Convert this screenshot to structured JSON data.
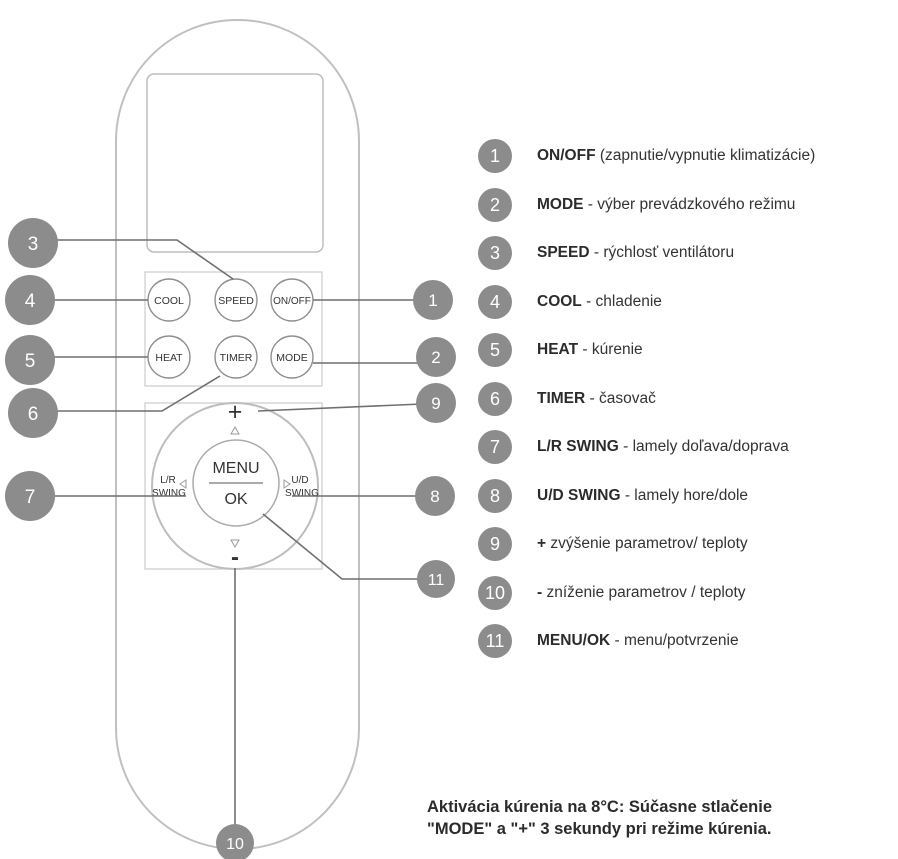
{
  "colors": {
    "callout": "#8c8c8c",
    "outline": "#bdbdbd",
    "leader": "#6f6f6f",
    "text": "#333333"
  },
  "remote": {
    "buttons": {
      "cool": "COOL",
      "speed": "SPEED",
      "onoff": "ON/OFF",
      "heat": "HEAT",
      "timer": "TIMER",
      "mode": "MODE"
    },
    "dpad": {
      "plus": "+",
      "minus": "-",
      "menu": "MENU",
      "ok": "OK",
      "lr_line1": "L/R",
      "lr_line2": "SWING",
      "ud_line1": "U/D",
      "ud_line2": "SWING"
    }
  },
  "callouts": {
    "c1": "1",
    "c2": "2",
    "c3": "3",
    "c4": "4",
    "c5": "5",
    "c6": "6",
    "c7": "7",
    "c8": "8",
    "c9": "9",
    "c10": "10",
    "c11": "11"
  },
  "legend": [
    {
      "num": "1",
      "key": "ON/OFF",
      "desc": " (zapnutie/vypnutie klimatizácie)"
    },
    {
      "num": "2",
      "key": "MODE",
      "desc": " - výber prevádzkového režimu"
    },
    {
      "num": "3",
      "key": "SPEED",
      "desc": " - rýchlosť ventilátoru"
    },
    {
      "num": "4",
      "key": "COOL",
      "desc": " - chladenie"
    },
    {
      "num": "5",
      "key": "HEAT",
      "desc": " - kúrenie"
    },
    {
      "num": "6",
      "key": "TIMER",
      "desc": " - časovač"
    },
    {
      "num": "7",
      "key": "L/R SWING",
      "desc": " - lamely doľava/doprava"
    },
    {
      "num": "8",
      "key": "U/D SWING",
      "desc": " - lamely hore/dole"
    },
    {
      "num": "9",
      "key": "+",
      "desc": " zvýšenie parametrov/ teploty"
    },
    {
      "num": "10",
      "key": "-",
      "desc": " zníženie parametrov / teploty"
    },
    {
      "num": "11",
      "key": "MENU/OK",
      "desc": " - menu/potvrzenie"
    }
  ],
  "note": {
    "line1": "Aktivácia kúrenia na 8°C: Súčasne stlačenie",
    "line2": "\"MODE\" a \"+\" 3 sekundy pri režime kúrenia."
  }
}
